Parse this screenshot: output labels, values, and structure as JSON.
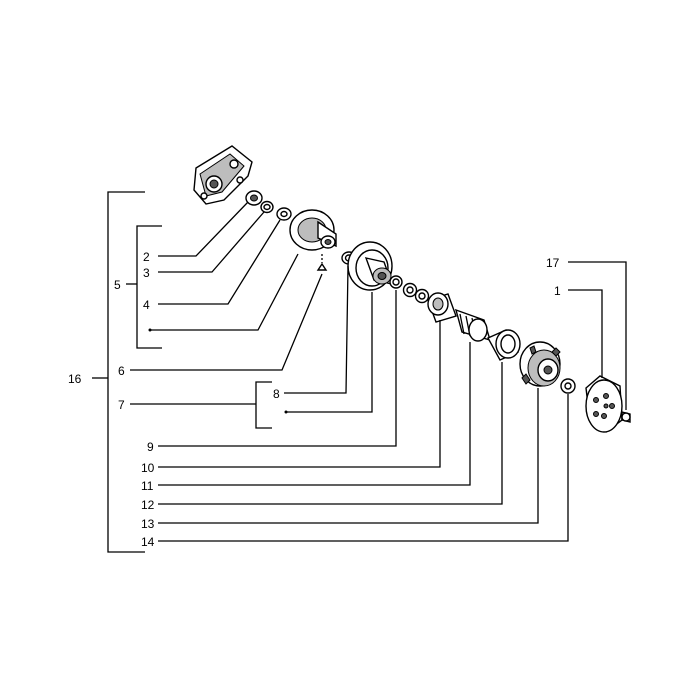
{
  "diagram": {
    "callouts": {
      "c1": "1",
      "c2": "2",
      "c3": "3",
      "c4": "4",
      "c5": "5",
      "c6": "6",
      "c7": "7",
      "c8": "8",
      "c9": "9",
      "c10": "10",
      "c11": "11",
      "c12": "12",
      "c13": "13",
      "c14": "14",
      "c16": "16",
      "c17": "17"
    }
  }
}
